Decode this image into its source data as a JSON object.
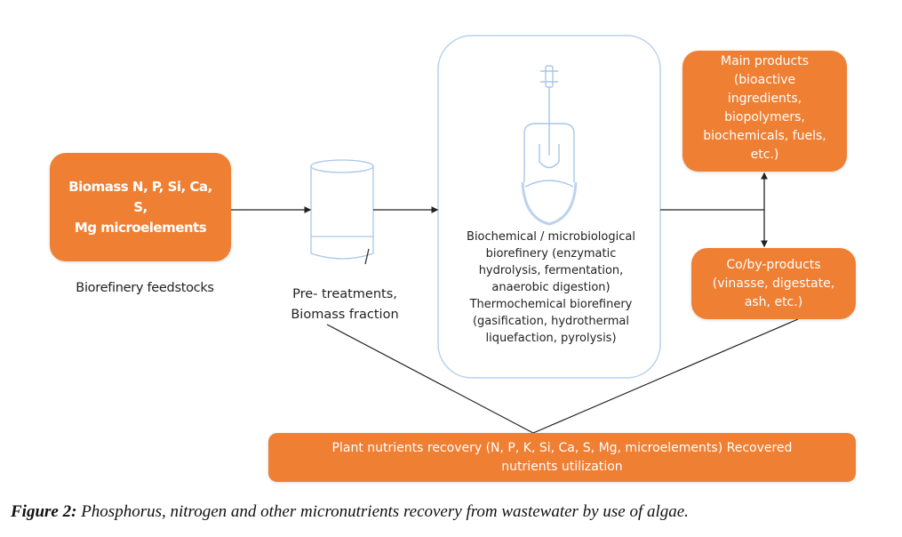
{
  "colors": {
    "orange_box": "#ee7f33",
    "vessel_outline": "#a9c6e8",
    "connector": "#222222"
  },
  "feedstock": {
    "box_text_line1": "Biomass N, P, Si, Ca, S,",
    "box_text_line2": "Mg microelements",
    "label": "Biorefinery feedstocks"
  },
  "pretreatment": {
    "label_line1": "Pre- treatments,",
    "label_line2": "Biomass fraction"
  },
  "biorefinery": {
    "lines": [
      "Biochemical / microbiological",
      "biorefinery (enzymatic",
      "hydrolysis, fermentation,",
      "anaerobic digestion)",
      "Thermochemical biorefinery",
      "(gasification, hydrothermal",
      "liquefaction, pyrolysis)"
    ]
  },
  "main_products": {
    "lines": [
      "Main products",
      "(bioactive",
      "ingredients,",
      "biopolymers,",
      "biochemicals, fuels,",
      "etc.)"
    ]
  },
  "co_products": {
    "lines": [
      "Co/by-products",
      "(vinasse, digestate,",
      "ash, etc.)"
    ]
  },
  "nutrients": {
    "line1": "Plant nutrients recovery (N, P, K, Si, Ca, S, Mg, microelements) Recovered",
    "line2": "nutrients utilization"
  },
  "caption": {
    "prefix": "Figure 2:",
    "text": " Phosphorus, nitrogen and other micronutrients recovery from wastewater by use of algae."
  }
}
